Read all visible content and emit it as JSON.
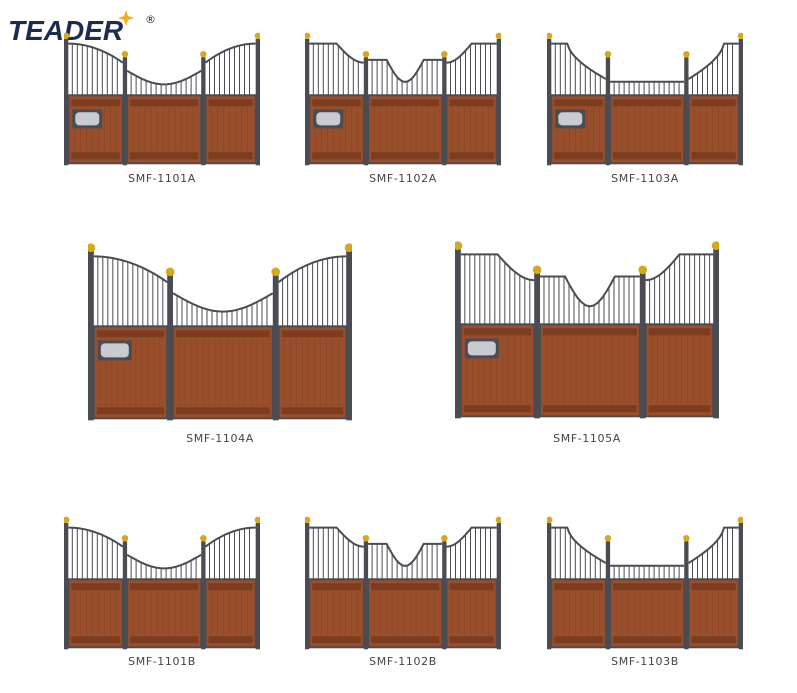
{
  "brand": {
    "name": "TEADER",
    "registered_mark": "®",
    "accent_color": "#1d2b4f",
    "star_color": "#f2b01e"
  },
  "colors": {
    "frame": "#4a4c52",
    "wood": "#9a4f2c",
    "wood_dark": "#7c3c1f",
    "post_cap": "#d6a81e",
    "window": "#c9cbd0"
  },
  "models": [
    {
      "id": "1101A",
      "label": "SMF-1101A",
      "doors": "arch-low-arch",
      "has_window": true
    },
    {
      "id": "1102A",
      "label": "SMF-1102A",
      "doors": "swoop-dip-swoop",
      "has_window": true
    },
    {
      "id": "1103A",
      "label": "SMF-1103A",
      "doors": "curve-flat-curve",
      "has_window": true
    },
    {
      "id": "1104A",
      "label": "SMF-1104A",
      "doors": "arch-low-arch",
      "has_window": true
    },
    {
      "id": "1105A",
      "label": "SMF-1105A",
      "doors": "swoop-dip-swoop",
      "has_window": true
    },
    {
      "id": "1101B",
      "label": "SMF-1101B",
      "doors": "arch-low-arch",
      "has_window": false
    },
    {
      "id": "1102B",
      "label": "SMF-1102B",
      "doors": "swoop-dip-swoop",
      "has_window": false
    },
    {
      "id": "1103B",
      "label": "SMF-1103B",
      "doors": "curve-flat-curve",
      "has_window": false
    }
  ]
}
